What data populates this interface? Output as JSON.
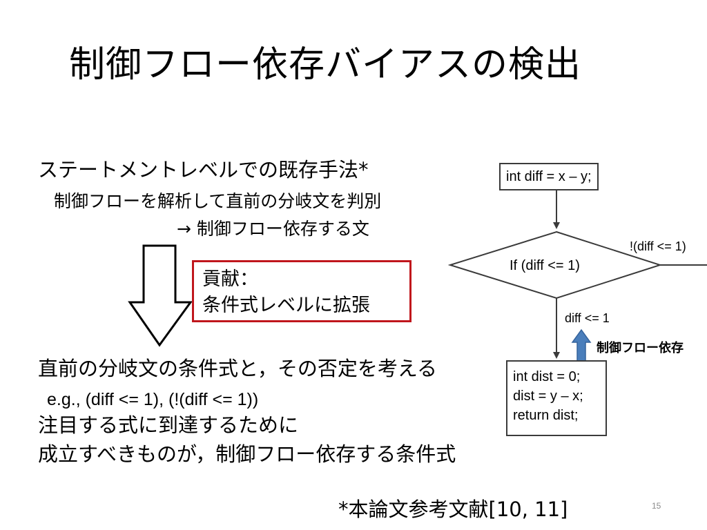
{
  "slide": {
    "title": "制御フロー依存バイアスの検出",
    "body": {
      "heading": "ステートメントレベルでの既存手法*",
      "sub1": "制御フローを解析して直前の分岐文を判別",
      "sub2": "→ 制御フロー依存する文",
      "contribution_label": "貢献：",
      "contribution_text": "条件式レベルに拡張",
      "p1": "直前の分岐文の条件式と，その否定を考える",
      "p2": "e.g.,  (diff <= 1), (!(diff <= 1))",
      "p3": "注目する式に到達するために",
      "p4": "成立すべきものが，制御フロー依存する条件式",
      "footnote": "*本論文参考文献[10, 11]"
    },
    "page_number": "15"
  },
  "diagram": {
    "box_top": "int diff = x – y;",
    "decision": "If (diff <= 1)",
    "false_branch_label": "!(diff <= 1)",
    "true_branch_label": "diff <= 1",
    "dependency_label": "制御フロー依存",
    "box_bottom_lines": [
      "int dist = 0;",
      "dist = y – x;",
      "return dist;"
    ],
    "colors": {
      "blue_arrow": "#4a7ebb",
      "red_box": "#c0161c",
      "line": "#3a3a3a"
    }
  }
}
